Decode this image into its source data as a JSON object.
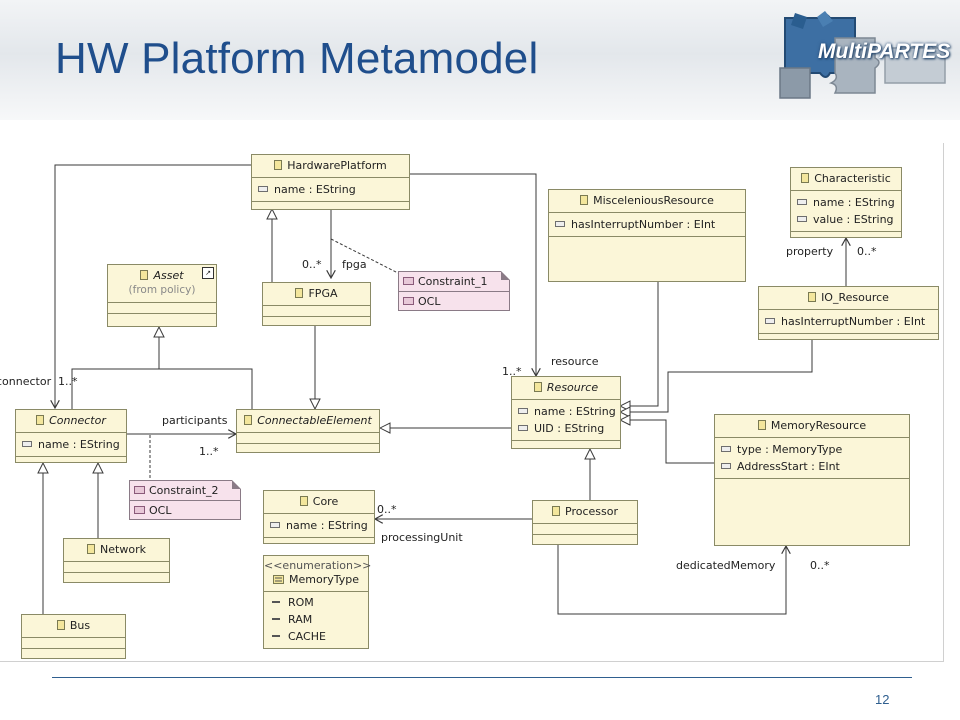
{
  "slide": {
    "title": "HW Platform Metamodel",
    "page_number": "12"
  },
  "logo": {
    "text": "MultiPARTES"
  },
  "classes": {
    "hardware_platform": {
      "name": "HardwarePlatform",
      "attrs": [
        "name : EString"
      ]
    },
    "misc_resource": {
      "name": "MisceleniousResource",
      "attrs": [
        "hasInterruptNumber : EInt"
      ]
    },
    "characteristic": {
      "name": "Characteristic",
      "attrs": [
        "name : EString",
        "value : EString"
      ]
    },
    "asset": {
      "name": "Asset",
      "sub": "(from policy)"
    },
    "fpga": {
      "name": "FPGA"
    },
    "io_resource": {
      "name": "IO_Resource",
      "attrs": [
        "hasInterruptNumber : EInt"
      ]
    },
    "resource": {
      "name": "Resource",
      "attrs": [
        "name : EString",
        "UID : EString"
      ]
    },
    "connector": {
      "name": "Connector",
      "attrs": [
        "name : EString"
      ]
    },
    "connectable_element": {
      "name": "ConnectableElement"
    },
    "memory_resource": {
      "name": "MemoryResource",
      "attrs": [
        "type : MemoryType",
        "AddressStart : EInt"
      ]
    },
    "core": {
      "name": "Core",
      "attrs": [
        "name : EString"
      ]
    },
    "processor": {
      "name": "Processor"
    },
    "network": {
      "name": "Network"
    },
    "bus": {
      "name": "Bus"
    },
    "memory_type": {
      "stereotype": "<<enumeration>>",
      "name": "MemoryType",
      "literals": [
        "ROM",
        "RAM",
        "CACHE"
      ]
    }
  },
  "constraints": {
    "c1": {
      "name": "Constraint_1",
      "body": "OCL"
    },
    "c2": {
      "name": "Constraint_2",
      "body": "OCL"
    }
  },
  "labels": {
    "mult_0_star_fpga": "0..*",
    "fpga": "fpga",
    "property": "property",
    "mult_0_star_property": "0..*",
    "connector": "connector",
    "mult_1_star_connector": "1..*",
    "mult_1_star_resource": "1..*",
    "resource": "resource",
    "participants": "participants",
    "mult_1_star_participants": "1..*",
    "mult_0_star_core": "0..*",
    "processing_unit": "processingUnit",
    "dedicated_memory": "dedicatedMemory",
    "mult_0_star_memory": "0..*"
  },
  "colors": {
    "title": "#1f4e8c",
    "class_fill": "#fbf6d8",
    "note_fill": "#f7e2ec",
    "line": "#3a3a3a"
  }
}
